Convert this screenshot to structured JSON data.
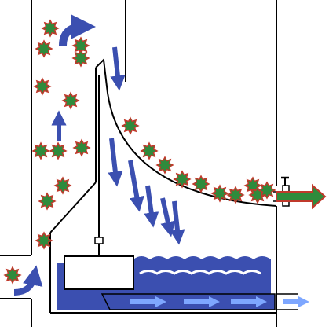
{
  "colors": {
    "water": "#3b4fb0",
    "particle_fill": "#2e8b3c",
    "particle_edge": "#c0392b",
    "outlet_fill": "#2e8b3c",
    "outlet_edge": "#c0392b",
    "line": "#000000",
    "background": "#ffffff"
  },
  "icons": {
    "particle": "spiky-star-particle",
    "flow_arrow": "flow-arrow",
    "float": "float-box",
    "valve": "valve-icon",
    "outlet_arrow": "outlet-arrow"
  }
}
